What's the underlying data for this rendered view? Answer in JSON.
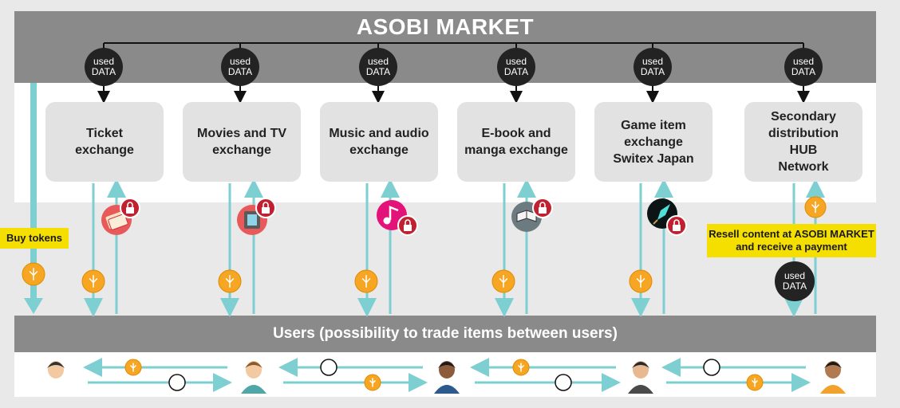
{
  "title": "ASOBI MARKET",
  "data_badge": {
    "line1": "used",
    "line2": "DATA"
  },
  "exchanges": [
    {
      "label": "Ticket\nexchange",
      "icon": "ticket-icon"
    },
    {
      "label": "Movies and TV\nexchange",
      "icon": "film-icon"
    },
    {
      "label": "Music and audio\nexchange",
      "icon": "music-note-icon"
    },
    {
      "label": "E-book and\nmanga exchange",
      "icon": "book-icon"
    },
    {
      "label": "Game item\nexchange\nSwitex Japan",
      "icon": "game-item-icon"
    },
    {
      "label": "Secondary\ndistribution\nHUB\nNetwork",
      "icon": ""
    }
  ],
  "buy_tokens": "Buy tokens",
  "resell": "Resell content at ASOBI MARKET\nand receive a payment",
  "users_bar": "Users (possibility to trade items between users)",
  "colors": {
    "header": "#8a8a8a",
    "arrow": "#7ecfd2",
    "coin": "#f6a623",
    "badge": "#232323",
    "yellow": "#f4df00",
    "lock": "#c0202f"
  }
}
